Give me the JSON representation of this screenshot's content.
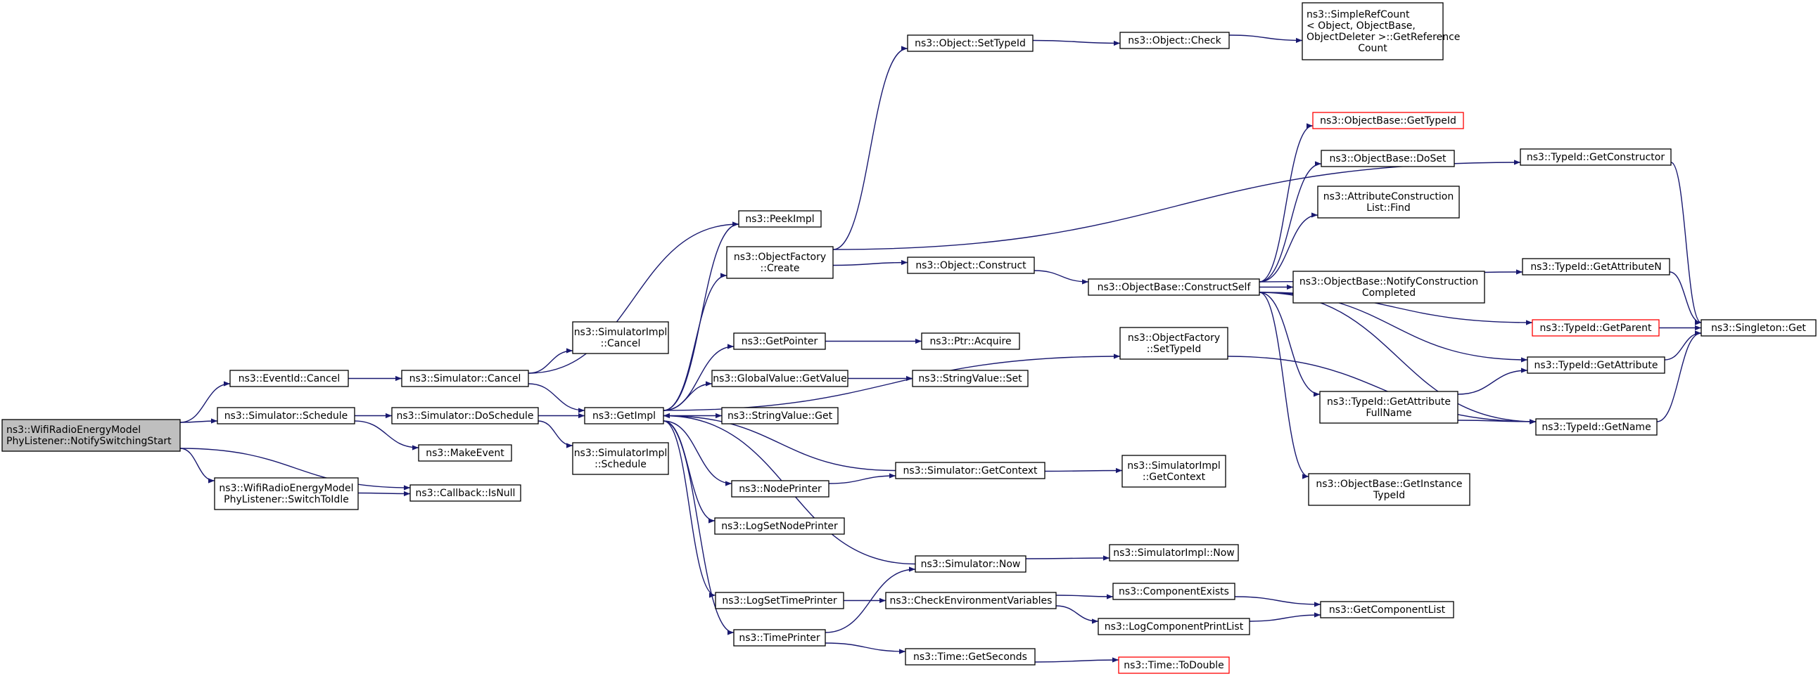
{
  "colors": {
    "edge": "#191970",
    "node_border": "#000000",
    "node_border_truncated": "#ff0000",
    "node_fill": "#ffffff",
    "root_fill": "#bfbfbf"
  },
  "nodes": [
    {
      "id": "root",
      "label": [
        "ns3::WifiRadioEnergyModel",
        "PhyListener::NotifySwitchingStart"
      ],
      "root": true
    },
    {
      "id": "eventid_cancel",
      "label": [
        "ns3::EventId::Cancel"
      ]
    },
    {
      "id": "sim_schedule",
      "label": [
        "ns3::Simulator::Schedule"
      ]
    },
    {
      "id": "switch_to_idle",
      "label": [
        "ns3::WifiRadioEnergyModel",
        "PhyListener::SwitchToIdle"
      ]
    },
    {
      "id": "callback_isnull",
      "label": [
        "ns3::Callback::IsNull"
      ]
    },
    {
      "id": "sim_cancel",
      "label": [
        "ns3::Simulator::Cancel"
      ]
    },
    {
      "id": "sim_doschedule",
      "label": [
        "ns3::Simulator::DoSchedule"
      ]
    },
    {
      "id": "makeevent",
      "label": [
        "ns3::MakeEvent"
      ]
    },
    {
      "id": "simimpl_cancel",
      "label": [
        "ns3::SimulatorImpl",
        "::Cancel"
      ]
    },
    {
      "id": "getimpl",
      "label": [
        "ns3::GetImpl"
      ]
    },
    {
      "id": "simimpl_schedule",
      "label": [
        "ns3::SimulatorImpl",
        "::Schedule"
      ]
    },
    {
      "id": "peekimpl",
      "label": [
        "ns3::PeekImpl"
      ]
    },
    {
      "id": "objfactory_create",
      "label": [
        "ns3::ObjectFactory",
        "::Create"
      ]
    },
    {
      "id": "getpointer",
      "label": [
        "ns3::GetPointer"
      ]
    },
    {
      "id": "globalvalue_getvalue",
      "label": [
        "ns3::GlobalValue::GetValue"
      ]
    },
    {
      "id": "stringvalue_get",
      "label": [
        "ns3::StringValue::Get"
      ]
    },
    {
      "id": "nodeprinter",
      "label": [
        "ns3::NodePrinter"
      ]
    },
    {
      "id": "logsetnodeprinter",
      "label": [
        "ns3::LogSetNodePrinter"
      ]
    },
    {
      "id": "logsettimeprinter",
      "label": [
        "ns3::LogSetTimePrinter"
      ]
    },
    {
      "id": "timeprinter",
      "label": [
        "ns3::TimePrinter"
      ]
    },
    {
      "id": "object_settypeid",
      "label": [
        "ns3::Object::SetTypeId"
      ]
    },
    {
      "id": "object_construct",
      "label": [
        "ns3::Object::Construct"
      ]
    },
    {
      "id": "ptr_acquire",
      "label": [
        "ns3::Ptr::Acquire"
      ]
    },
    {
      "id": "stringvalue_set",
      "label": [
        "ns3::StringValue::Set"
      ]
    },
    {
      "id": "sim_getcontext",
      "label": [
        "ns3::Simulator::GetContext"
      ]
    },
    {
      "id": "sim_now",
      "label": [
        "ns3::Simulator::Now"
      ]
    },
    {
      "id": "checkenv",
      "label": [
        "ns3::CheckEnvironmentVariables"
      ]
    },
    {
      "id": "time_getseconds",
      "label": [
        "ns3::Time::GetSeconds"
      ]
    },
    {
      "id": "object_check",
      "label": [
        "ns3::Object::Check"
      ]
    },
    {
      "id": "objbase_constructself",
      "label": [
        "ns3::ObjectBase::ConstructSelf"
      ]
    },
    {
      "id": "objfactory_settypeid",
      "label": [
        "ns3::ObjectFactory",
        "::SetTypeId"
      ]
    },
    {
      "id": "simimpl_getcontext",
      "label": [
        "ns3::SimulatorImpl",
        "::GetContext"
      ]
    },
    {
      "id": "simimpl_now",
      "label": [
        "ns3::SimulatorImpl::Now"
      ]
    },
    {
      "id": "componentexists",
      "label": [
        "ns3::ComponentExists"
      ]
    },
    {
      "id": "logcomponentprintlist",
      "label": [
        "ns3::LogComponentPrintList"
      ]
    },
    {
      "id": "time_todouble",
      "label": [
        "ns3::Time::ToDouble"
      ],
      "truncated": true
    },
    {
      "id": "simplerefcount",
      "label": [
        "ns3::SimpleRefCount",
        "< Object, ObjectBase,",
        "ObjectDeleter >::GetReference",
        "Count"
      ]
    },
    {
      "id": "objbase_gettypeid",
      "label": [
        "ns3::ObjectBase::GetTypeId"
      ],
      "truncated": true
    },
    {
      "id": "objbase_doset",
      "label": [
        "ns3::ObjectBase::DoSet"
      ]
    },
    {
      "id": "attrconstruction_find",
      "label": [
        "ns3::AttributeConstruction",
        "List::Find"
      ]
    },
    {
      "id": "objbase_notifyconstruction",
      "label": [
        "ns3::ObjectBase::NotifyConstruction",
        "Completed"
      ]
    },
    {
      "id": "typeid_getattributefullname",
      "label": [
        "ns3::TypeId::GetAttribute",
        "FullName"
      ]
    },
    {
      "id": "objbase_getinstancetypeid",
      "label": [
        "ns3::ObjectBase::GetInstance",
        "TypeId"
      ]
    },
    {
      "id": "getcomponentlist",
      "label": [
        "ns3::GetComponentList"
      ]
    },
    {
      "id": "typeid_getconstructor",
      "label": [
        "ns3::TypeId::GetConstructor"
      ]
    },
    {
      "id": "typeid_getattributen",
      "label": [
        "ns3::TypeId::GetAttributeN"
      ]
    },
    {
      "id": "typeid_getparent",
      "label": [
        "ns3::TypeId::GetParent"
      ],
      "truncated": true
    },
    {
      "id": "typeid_getattribute",
      "label": [
        "ns3::TypeId::GetAttribute"
      ]
    },
    {
      "id": "typeid_getname",
      "label": [
        "ns3::TypeId::GetName"
      ]
    },
    {
      "id": "singleton_get",
      "label": [
        "ns3::Singleton::Get"
      ]
    }
  ],
  "edges": [
    [
      "root",
      "eventid_cancel"
    ],
    [
      "root",
      "sim_schedule"
    ],
    [
      "root",
      "switch_to_idle"
    ],
    [
      "root",
      "callback_isnull"
    ],
    [
      "switch_to_idle",
      "callback_isnull"
    ],
    [
      "eventid_cancel",
      "sim_cancel"
    ],
    [
      "sim_schedule",
      "sim_doschedule"
    ],
    [
      "sim_schedule",
      "makeevent"
    ],
    [
      "sim_cancel",
      "simimpl_cancel"
    ],
    [
      "sim_cancel",
      "getimpl"
    ],
    [
      "sim_cancel",
      "peekimpl"
    ],
    [
      "sim_doschedule",
      "getimpl"
    ],
    [
      "sim_doschedule",
      "simimpl_schedule"
    ],
    [
      "getimpl",
      "peekimpl"
    ],
    [
      "getimpl",
      "objfactory_create"
    ],
    [
      "getimpl",
      "objfactory_settypeid"
    ],
    [
      "getimpl",
      "getpointer"
    ],
    [
      "getimpl",
      "globalvalue_getvalue"
    ],
    [
      "getimpl",
      "stringvalue_get"
    ],
    [
      "getimpl",
      "nodeprinter"
    ],
    [
      "getimpl",
      "logsetnodeprinter"
    ],
    [
      "getimpl",
      "logsettimeprinter"
    ],
    [
      "getimpl",
      "timeprinter"
    ],
    [
      "sim_getcontext",
      "getimpl"
    ],
    [
      "sim_now",
      "getimpl"
    ],
    [
      "objfactory_create",
      "object_settypeid"
    ],
    [
      "objfactory_create",
      "object_construct"
    ],
    [
      "objfactory_create",
      "typeid_getconstructor"
    ],
    [
      "getpointer",
      "ptr_acquire"
    ],
    [
      "globalvalue_getvalue",
      "stringvalue_set"
    ],
    [
      "nodeprinter",
      "sim_getcontext"
    ],
    [
      "logsettimeprinter",
      "checkenv"
    ],
    [
      "timeprinter",
      "sim_now"
    ],
    [
      "timeprinter",
      "time_getseconds"
    ],
    [
      "object_settypeid",
      "object_check"
    ],
    [
      "object_check",
      "simplerefcount"
    ],
    [
      "object_construct",
      "objbase_constructself"
    ],
    [
      "sim_getcontext",
      "simimpl_getcontext"
    ],
    [
      "sim_now",
      "simimpl_now"
    ],
    [
      "checkenv",
      "componentexists"
    ],
    [
      "checkenv",
      "logcomponentprintlist"
    ],
    [
      "componentexists",
      "getcomponentlist"
    ],
    [
      "logcomponentprintlist",
      "getcomponentlist"
    ],
    [
      "time_getseconds",
      "time_todouble"
    ],
    [
      "objbase_constructself",
      "objbase_gettypeid"
    ],
    [
      "objbase_constructself",
      "objbase_doset"
    ],
    [
      "objbase_constructself",
      "attrconstruction_find"
    ],
    [
      "objbase_constructself",
      "objbase_notifyconstruction"
    ],
    [
      "objbase_constructself",
      "typeid_getattributen"
    ],
    [
      "objbase_constructself",
      "typeid_getparent"
    ],
    [
      "objbase_constructself",
      "typeid_getattribute"
    ],
    [
      "objbase_constructself",
      "typeid_getattributefullname"
    ],
    [
      "objbase_constructself",
      "typeid_getname"
    ],
    [
      "objbase_constructself",
      "objbase_getinstancetypeid"
    ],
    [
      "objfactory_settypeid",
      "typeid_getname"
    ],
    [
      "typeid_getattributefullname",
      "typeid_getattribute"
    ],
    [
      "typeid_getattributefullname",
      "typeid_getname"
    ],
    [
      "typeid_getconstructor",
      "singleton_get"
    ],
    [
      "typeid_getattributen",
      "singleton_get"
    ],
    [
      "typeid_getparent",
      "singleton_get"
    ],
    [
      "typeid_getattribute",
      "singleton_get"
    ],
    [
      "typeid_getname",
      "singleton_get"
    ]
  ]
}
